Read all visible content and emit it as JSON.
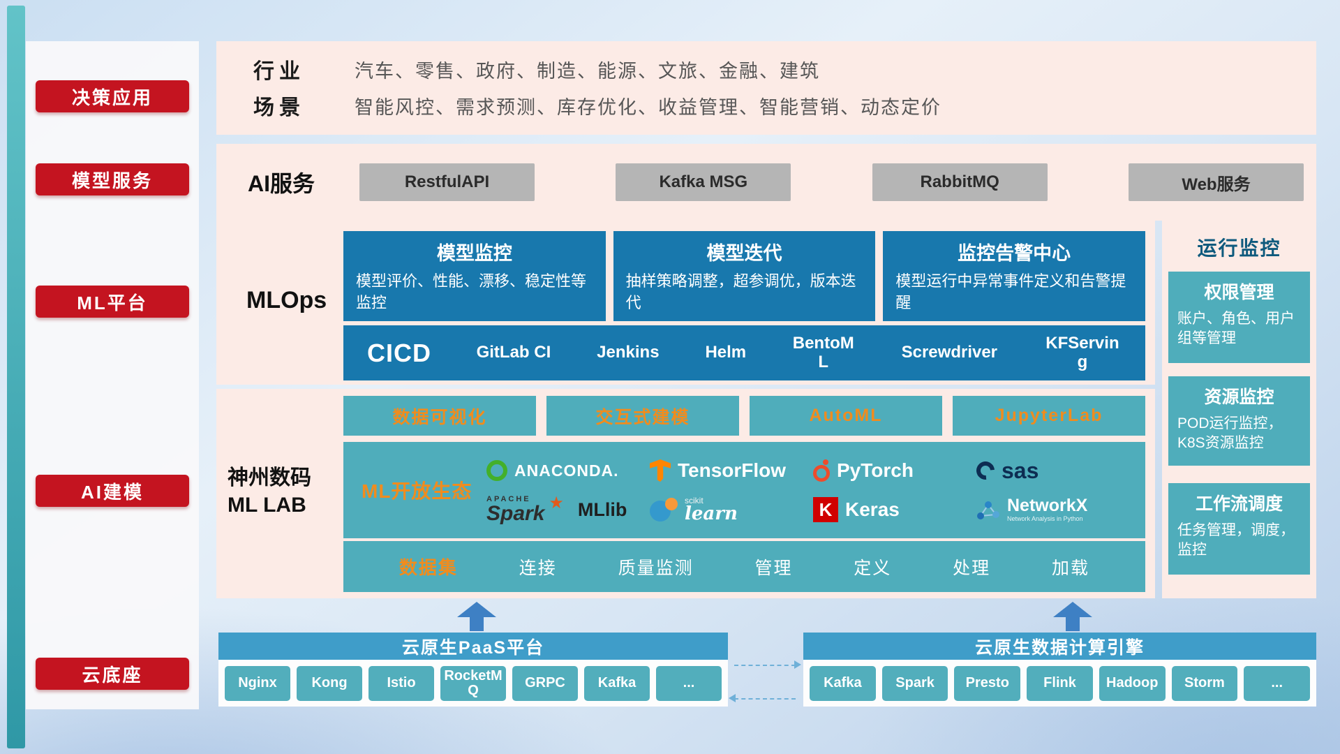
{
  "colors": {
    "accent_red": "#c41420",
    "panel_pink": "#fcebe6",
    "card_blue": "#1878ad",
    "teal": "#4fadbb",
    "header_blue": "#3f9dc9",
    "orange": "#f08c1e",
    "gray_button": "#b5b5b5",
    "arrow_blue": "#3e80c4"
  },
  "sidebar": {
    "items": [
      {
        "label": "决策应用"
      },
      {
        "label": "模型服务"
      },
      {
        "label": "ML平台"
      },
      {
        "label": "AI建模"
      },
      {
        "label": "云底座"
      }
    ]
  },
  "industry": {
    "row1_label": "行业",
    "row1_text": "汽车、零售、政府、制造、能源、文旅、金融、建筑",
    "row2_label": "场景",
    "row2_text": "智能风控、需求预测、库存优化、收益管理、智能营销、动态定价"
  },
  "ai_service": {
    "label": "AI服务",
    "services": [
      "RestfulAPI",
      "Kafka MSG",
      "RabbitMQ",
      "Web服务"
    ]
  },
  "mlops": {
    "label": "MLOps",
    "cards": [
      {
        "title": "模型监控",
        "desc": "模型评价、性能、漂移、稳定性等监控"
      },
      {
        "title": "模型迭代",
        "desc": "抽样策略调整，超参调优，版本迭代"
      },
      {
        "title": "监控告警中心",
        "desc": "模型运行中异常事件定义和告警提醒"
      }
    ],
    "cicd_label": "CICD",
    "cicd_tools": [
      "GitLab CI",
      "Jenkins",
      "Helm",
      "BentoML",
      "Screwdriver",
      "KFServing"
    ]
  },
  "monitoring": {
    "title": "运行监控",
    "cards": [
      {
        "title": "权限管理",
        "desc": "账户、角色、用户组等管理"
      },
      {
        "title": "资源监控",
        "desc": "POD运行监控，K8S资源监控"
      },
      {
        "title": "工作流调度",
        "desc": "任务管理，调度，监控"
      }
    ]
  },
  "mllab": {
    "org_line1": "神州数码",
    "org_line2": "ML LAB",
    "tools": [
      "数据可视化",
      "交互式建模",
      "AutoML",
      "JupyterLab"
    ],
    "eco_label": "ML开放生态",
    "logos": [
      {
        "name": "ANACONDA."
      },
      {
        "name": "TensorFlow"
      },
      {
        "name": "PyTorch"
      },
      {
        "name": "sas"
      },
      {
        "pre": "APACHE",
        "name": "Spark",
        "suffix": "MLlib"
      },
      {
        "pre": "scikit",
        "name": "learn"
      },
      {
        "icon_letter": "K",
        "name": "Keras"
      },
      {
        "name": "NetworkX",
        "sub": "Network Analysis in Python"
      }
    ],
    "dataset_label": "数据集",
    "dataset_items": [
      "连接",
      "质量监测",
      "管理",
      "定义",
      "处理",
      "加载"
    ]
  },
  "paas": {
    "title": "云原生PaaS平台",
    "items": [
      "Nginx",
      "Kong",
      "Istio",
      "RocketMQ",
      "GRPC",
      "Kafka",
      "..."
    ]
  },
  "engine": {
    "title": "云原生数据计算引擎",
    "items": [
      "Kafka",
      "Spark",
      "Presto",
      "Flink",
      "Hadoop",
      "Storm",
      "..."
    ]
  }
}
